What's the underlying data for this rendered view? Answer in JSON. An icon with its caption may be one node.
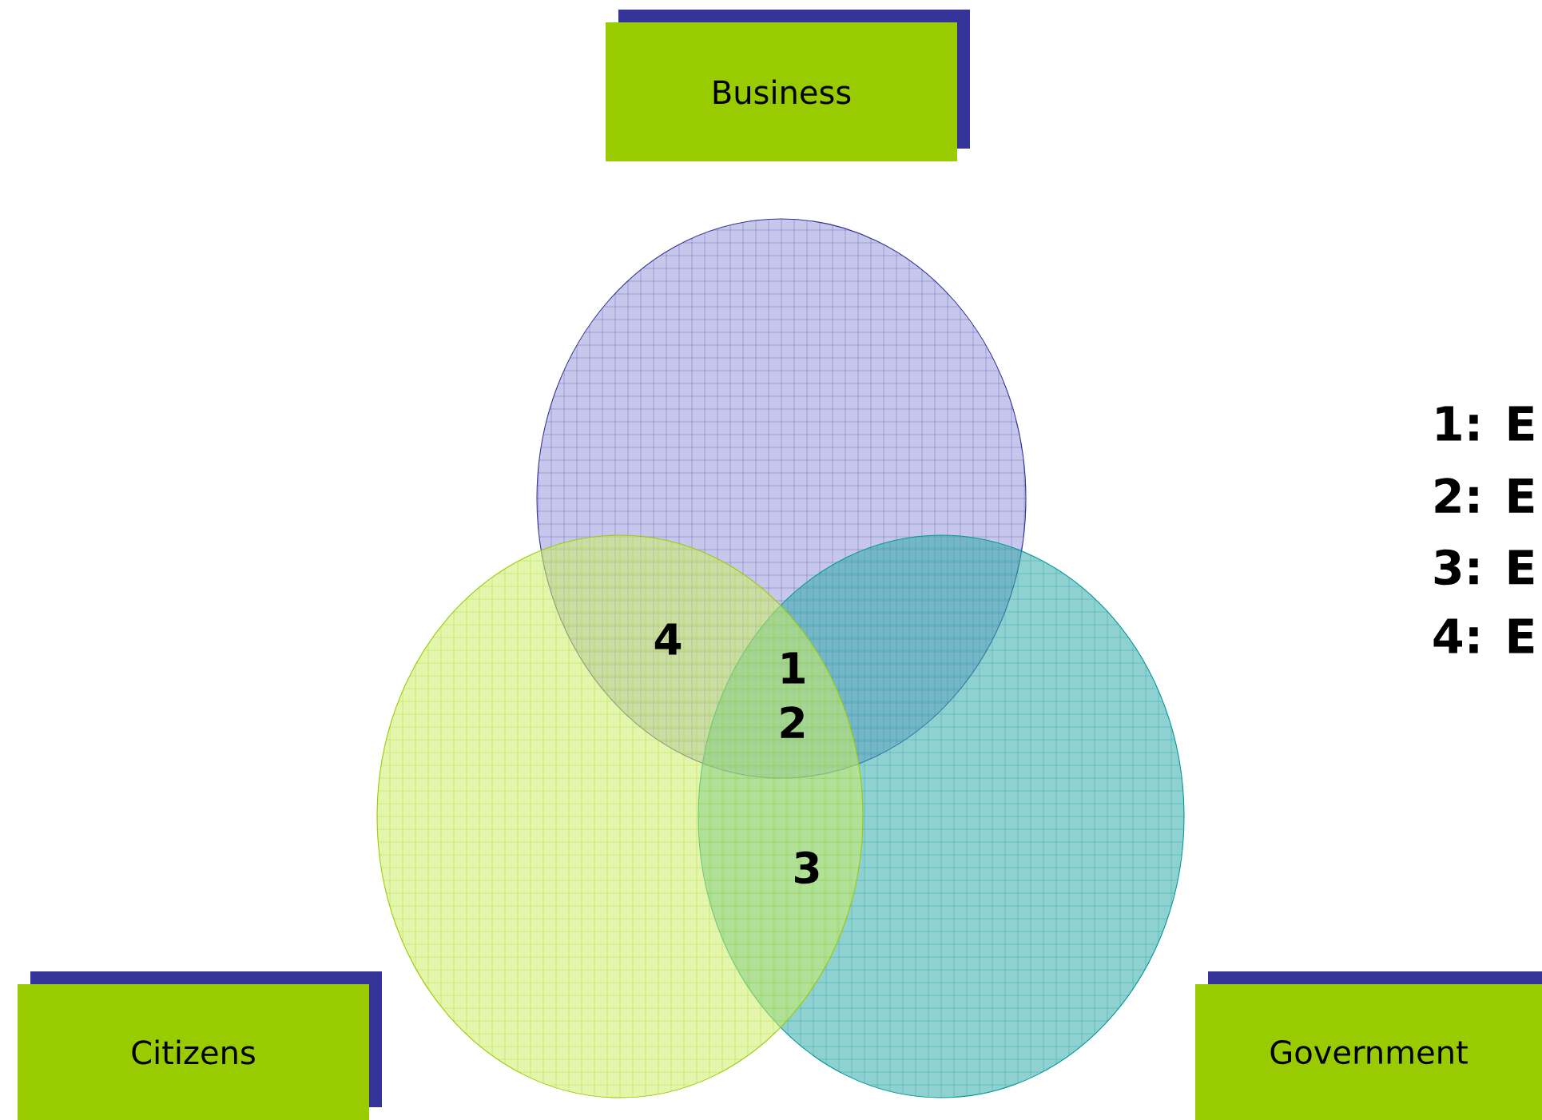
{
  "diagram": {
    "nodes": [
      {
        "text": [
          "Business"
        ]
      },
      {
        "text": [
          "Citizens"
        ]
      },
      {
        "text": [
          "Government"
        ]
      },
      {
        "text": [],
        "shape": "circle"
      },
      {
        "text": [],
        "shape": "circle"
      },
      {
        "text": [],
        "shape": "circle"
      }
    ],
    "labels": [
      "4",
      "1",
      "2",
      "3",
      "1: E",
      "2: E",
      "3: E",
      "4: E"
    ]
  }
}
